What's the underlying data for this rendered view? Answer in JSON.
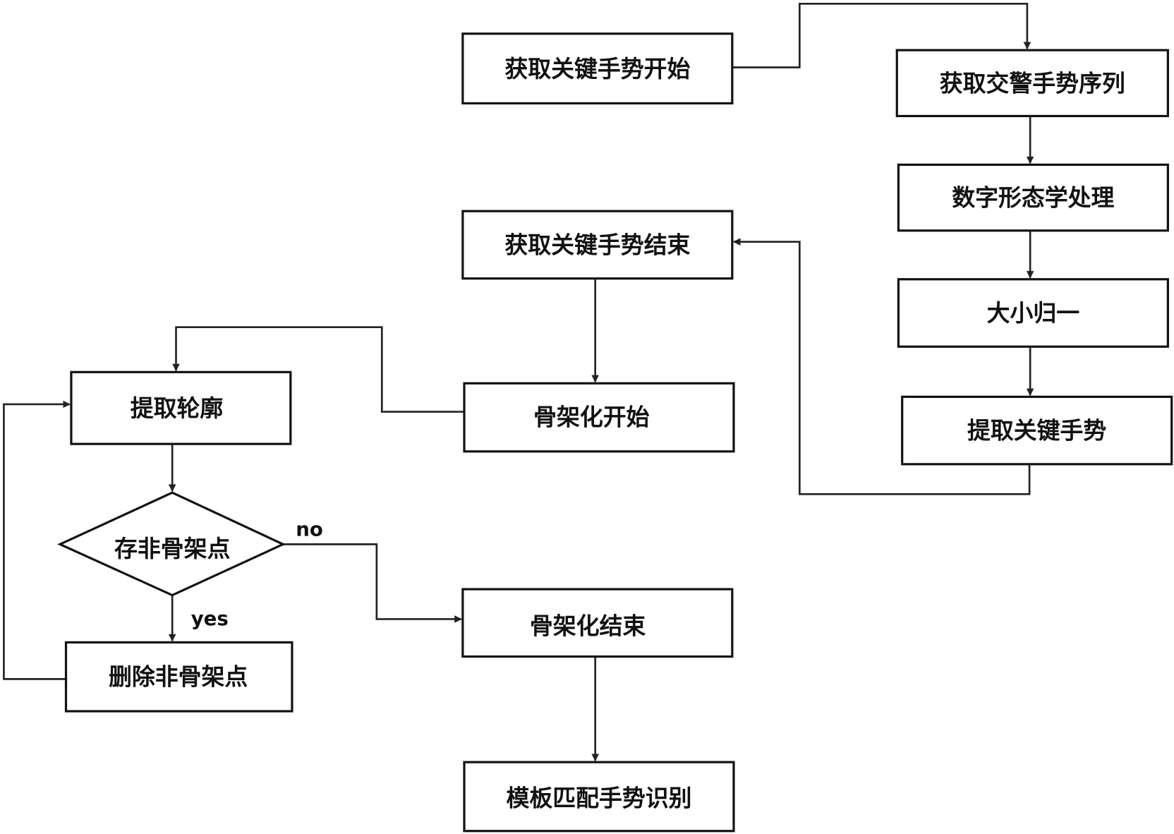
{
  "nodes": {
    "start_key_gesture": "获取关键手势开始",
    "get_sequence": "获取交警手势序列",
    "morphology": "数字形态学处理",
    "size_normalize": "大小归一",
    "extract_key_gesture": "提取关键手势",
    "end_key_gesture": "获取关键手势结束",
    "skeleton_start": "骨架化开始",
    "extract_contour": "提取轮廓",
    "has_non_skeleton": "存非骨架点",
    "delete_non_skeleton": "删除非骨架点",
    "skeleton_end": "骨架化结束",
    "template_match": "模板匹配手势识别"
  },
  "edges": {
    "no": "no",
    "yes": "yes"
  }
}
